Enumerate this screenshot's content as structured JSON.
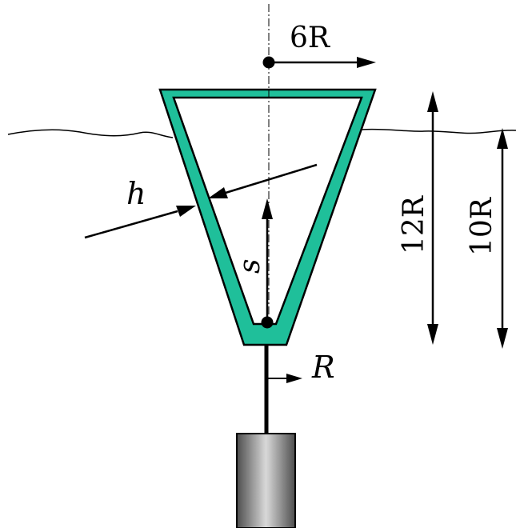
{
  "labels": {
    "top_radius": "6R",
    "thickness": "h",
    "axial_coordinate": "s",
    "rod_radius": "R",
    "height_total": "12R",
    "height_submerged": "10R"
  },
  "colors": {
    "shell_fill": "#1fbf9a",
    "shell_outline": "#000000",
    "rod": "#000000",
    "piston_dark": "#5a5a5a",
    "piston_light": "#d5d5d5",
    "water_line": "#000000",
    "background": "#ffffff"
  }
}
